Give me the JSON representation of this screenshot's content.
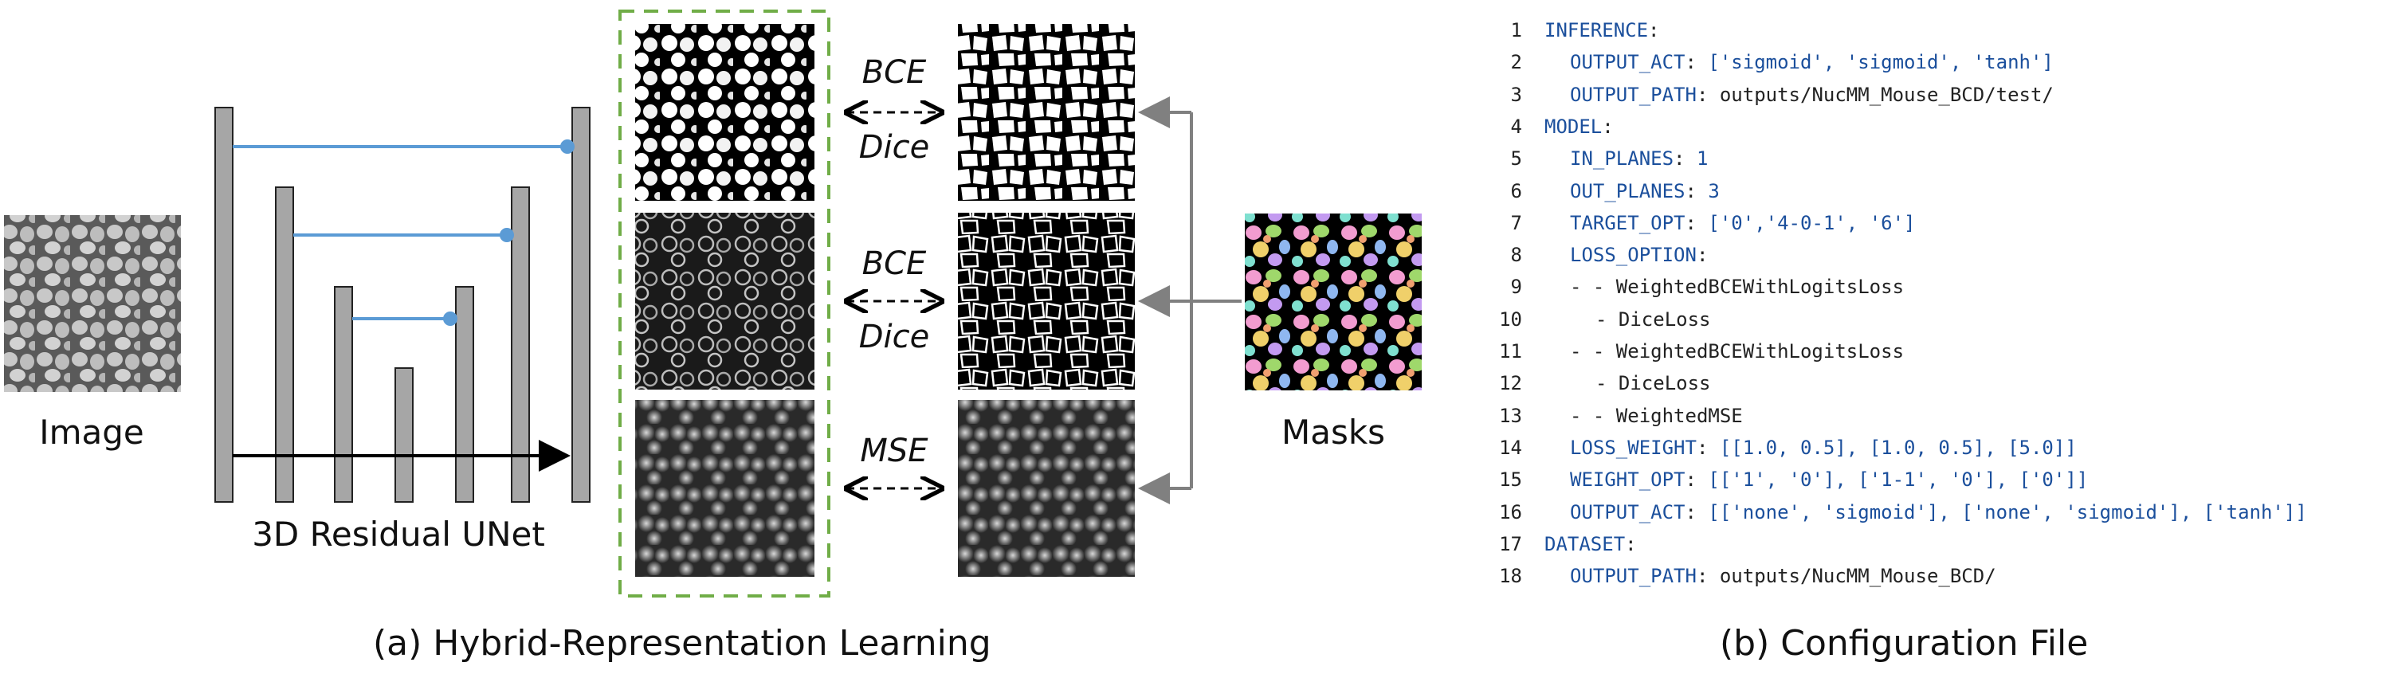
{
  "panel_a": {
    "input_label": "Image",
    "network_label": "3D Residual UNet",
    "masks_label": "Masks",
    "loss_labels": [
      {
        "top": "BCE",
        "bottom": "Dice"
      },
      {
        "top": "BCE",
        "bottom": "Dice"
      },
      {
        "top": "MSE",
        "bottom": ""
      }
    ],
    "caption": "(a) Hybrid-Representation Learning",
    "colors": {
      "encoder_bar": "#a6a6a6",
      "skip_line": "#5b9bd5",
      "dashed_box": "#70ad47",
      "arrow": "#808080"
    }
  },
  "panel_b": {
    "caption": "(b) Configuration File",
    "lines": [
      {
        "n": "1",
        "indent": 0,
        "key": "INFERENCE",
        "value": ""
      },
      {
        "n": "2",
        "indent": 1,
        "key": "OUTPUT_ACT",
        "value": " ['sigmoid', 'sigmoid', 'tanh']"
      },
      {
        "n": "3",
        "indent": 1,
        "key": "OUTPUT_PATH",
        "value": " outputs/NucMM_Mouse_BCD/test/"
      },
      {
        "n": "4",
        "indent": 0,
        "key": "MODEL",
        "value": ""
      },
      {
        "n": "5",
        "indent": 1,
        "key": "IN_PLANES",
        "value": " 1"
      },
      {
        "n": "6",
        "indent": 1,
        "key": "OUT_PLANES",
        "value": " 3"
      },
      {
        "n": "7",
        "indent": 1,
        "key": "TARGET_OPT",
        "value": " ['0','4-0-1', '6']"
      },
      {
        "n": "8",
        "indent": 1,
        "key": "LOSS_OPTION",
        "value": ""
      },
      {
        "n": "9",
        "indent": 1,
        "key": "",
        "value": "- - WeightedBCEWithLogitsLoss"
      },
      {
        "n": "10",
        "indent": 2,
        "key": "",
        "value": "- DiceLoss"
      },
      {
        "n": "11",
        "indent": 1,
        "key": "",
        "value": "- - WeightedBCEWithLogitsLoss"
      },
      {
        "n": "12",
        "indent": 2,
        "key": "",
        "value": "- DiceLoss"
      },
      {
        "n": "13",
        "indent": 1,
        "key": "",
        "value": "- - WeightedMSE"
      },
      {
        "n": "14",
        "indent": 1,
        "key": "LOSS_WEIGHT",
        "value": " [[1.0, 0.5], [1.0, 0.5], [5.0]]"
      },
      {
        "n": "15",
        "indent": 1,
        "key": "WEIGHT_OPT",
        "value": " [['1', '0'], ['1-1', '0'], ['0']]"
      },
      {
        "n": "16",
        "indent": 1,
        "key": "OUTPUT_ACT",
        "value": " [['none', 'sigmoid'], ['none', 'sigmoid'], ['tanh']]"
      },
      {
        "n": "17",
        "indent": 0,
        "key": "DATASET",
        "value": ""
      },
      {
        "n": "18",
        "indent": 1,
        "key": "OUTPUT_PATH",
        "value": " outputs/NucMM_Mouse_BCD/"
      }
    ]
  }
}
